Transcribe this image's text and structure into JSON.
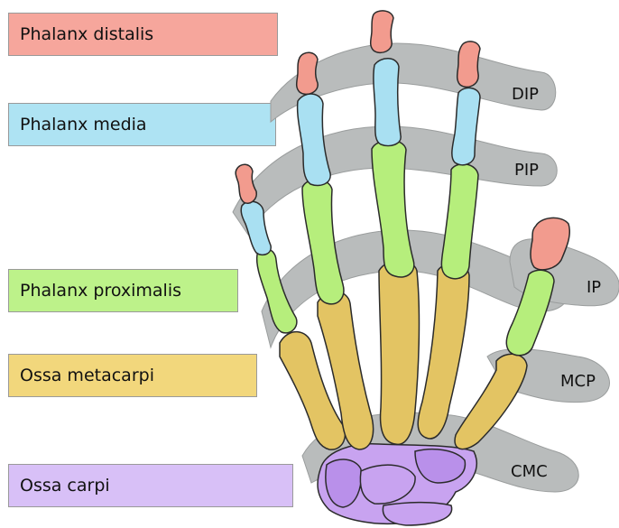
{
  "labels": {
    "distal": "Phalanx distalis",
    "media": "Phalanx media",
    "proximal": "Phalanx proximalis",
    "metacarpi": "Ossa metacarpi",
    "carpi": "Ossa carpi"
  },
  "joints": {
    "dip": "DIP",
    "pip": "PIP",
    "ip": "IP",
    "mcp": "MCP",
    "cmc": "CMC"
  },
  "colors": {
    "distal": "#f29b8e",
    "media": "#a9e0f2",
    "proximal": "#b6ee7c",
    "metacarpi": "#e3c463",
    "carpi": "#c8a3f0",
    "joint_band": "#b9bcbc",
    "outline": "#2b2b2b"
  }
}
